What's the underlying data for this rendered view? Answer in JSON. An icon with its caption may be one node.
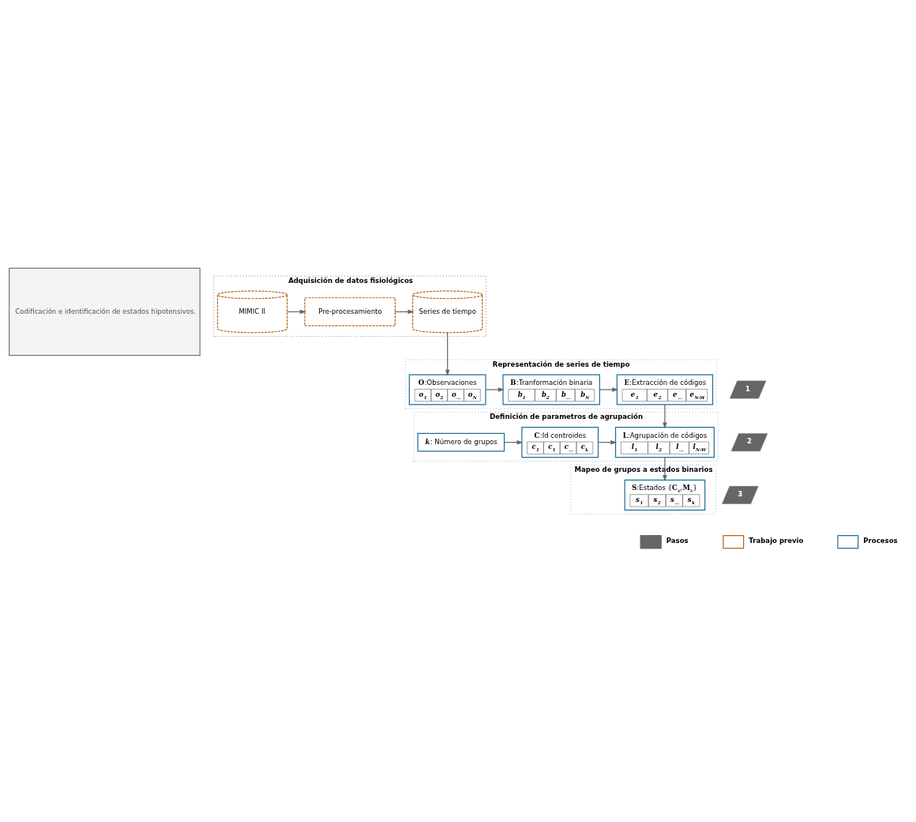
{
  "diagram": {
    "nodes": [
      {
        "text": [
          "Codificación e identificación de estados hipotensivos."
        ]
      },
      {
        "text": [
          "Adquisición de datos fisiológicos"
        ]
      },
      {
        "text": [
          "MIMIC II"
        ],
        "in": 1
      },
      {
        "text": [
          "Pre-procesamiento"
        ],
        "in": 1
      },
      {
        "text": [
          "Series de tiempo"
        ],
        "in": 1
      },
      {
        "text": [
          "1"
        ]
      },
      {
        "text": [
          "Representación de series de tiempo"
        ]
      },
      {
        "text": [
          "**O**:Observaciones",
          "o$_{1}$",
          "o$_{2}$",
          "o$_{...}$",
          "o$_{N}$"
        ],
        "in": 6
      },
      {
        "text": [
          "**B**:Tranformación binaria",
          "b$_{1}$",
          "b$_{2}$",
          "b$_{...}$",
          "b$_{N}$"
        ],
        "in": 6
      },
      {
        "text": [
          "**E**:Extracción de códigos",
          "e$_{1}$",
          "e$_{2}$",
          "e$_{...}$",
          "e$_{N-W}$"
        ],
        "in": 6
      },
      {
        "text": [
          "2"
        ]
      },
      {
        "text": [
          "Definición de parametros de agrupación"
        ]
      },
      {
        "text": [
          "*k*: Número de grupos"
        ],
        "in": 11
      },
      {
        "text": [
          "**C**:Id centroides",
          "c$_{1}$",
          "c$_{1}$",
          "c$_{...}$",
          "c$_{k}$"
        ],
        "in": 11
      },
      {
        "text": [
          "**L**:Agrupación de códigos",
          "l$_{1}$",
          "l$_{2}$",
          "l$_{...}$",
          "l$_{N-W}$"
        ],
        "in": 11
      },
      {
        "text": [
          "3"
        ]
      },
      {
        "text": [
          "Mapeo de grupos a estados binarios"
        ]
      },
      {
        "text": [
          "**S**:Estados {**C**$_{k}$,**M**$_{k}$}",
          "s$_{1}$",
          "s$_{2}$",
          "s$_{...}$",
          "s$_{k}$"
        ],
        "in": 16
      }
    ],
    "edges": [
      {
        "from": 2,
        "to": 3,
        "arrow": "to"
      },
      {
        "from": 3,
        "to": 4,
        "arrow": "to"
      },
      {
        "from": 4,
        "to": 7,
        "arrow": "to"
      },
      {
        "from": 7,
        "to": 8,
        "arrow": "to"
      },
      {
        "from": 8,
        "to": 9,
        "arrow": "to"
      },
      {
        "from": 9,
        "to": 14,
        "arrow": "to"
      },
      {
        "from": 12,
        "to": 13,
        "arrow": "to"
      },
      {
        "from": 13,
        "to": 14,
        "arrow": "to"
      },
      {
        "from": 14,
        "to": 17,
        "arrow": "to"
      }
    ],
    "legend": [
      {
        "text": "Pasos"
      },
      {
        "text": "Trabajo previo"
      },
      {
        "text": "Procesos"
      }
    ]
  }
}
